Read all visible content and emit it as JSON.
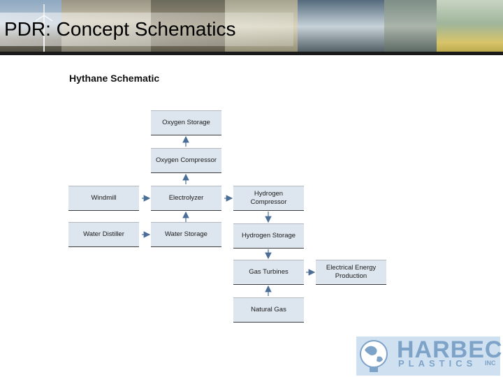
{
  "slide": {
    "title": "PDR: Concept Schematics"
  },
  "diagram": {
    "title": "Hythane Schematic",
    "nodes": {
      "oxygen_storage": "Oxygen Storage",
      "oxygen_compressor": "Oxygen Compressor",
      "windmill": "Windmill",
      "electrolyzer": "Electrolyzer",
      "hydrogen_compressor": "Hydrogen Compressor",
      "water_distiller": "Water Distiller",
      "water_storage": "Water Storage",
      "hydrogen_storage": "Hydrogen Storage",
      "gas_turbines": "Gas Turbines",
      "electrical_energy_production": "Electrical Energy Production",
      "natural_gas": "Natural Gas"
    },
    "edges": [
      {
        "from": "oxygen_compressor",
        "to": "oxygen_storage"
      },
      {
        "from": "electrolyzer",
        "to": "oxygen_compressor"
      },
      {
        "from": "windmill",
        "to": "electrolyzer"
      },
      {
        "from": "electrolyzer",
        "to": "hydrogen_compressor"
      },
      {
        "from": "water_distiller",
        "to": "water_storage"
      },
      {
        "from": "water_storage",
        "to": "electrolyzer"
      },
      {
        "from": "hydrogen_compressor",
        "to": "hydrogen_storage"
      },
      {
        "from": "hydrogen_storage",
        "to": "gas_turbines"
      },
      {
        "from": "natural_gas",
        "to": "gas_turbines"
      },
      {
        "from": "gas_turbines",
        "to": "electrical_energy_production"
      }
    ],
    "box_color": "#dde5ee",
    "arrow_color": "#4a6e96"
  },
  "logo": {
    "name": "HARBEC",
    "sub": "PLASTICS",
    "suffix": "INC",
    "brand_color": "#7ea3c8"
  }
}
